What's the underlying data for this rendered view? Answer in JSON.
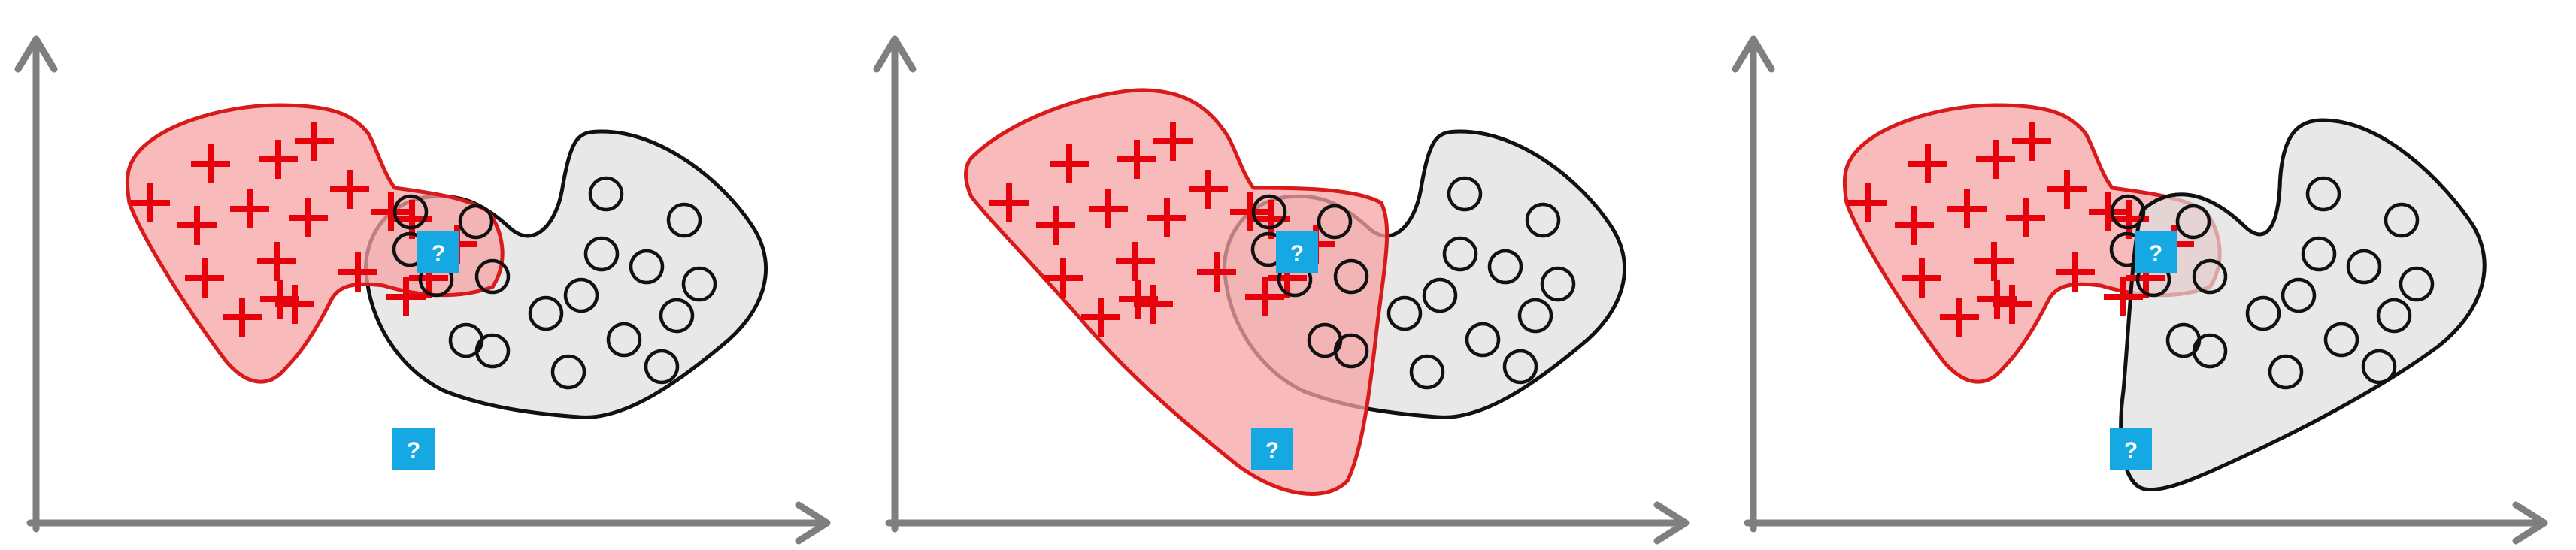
{
  "panels": [
    {
      "id": "panel-1",
      "region_variant": "base"
    },
    {
      "id": "panel-2",
      "region_variant": "expanded-plus"
    },
    {
      "id": "panel-3",
      "region_variant": "expanded-circle"
    }
  ],
  "query_markers": [
    {
      "label": "?"
    },
    {
      "label": "?"
    }
  ],
  "colors": {
    "axis": "#7f7f7f",
    "plus": "#e8000b",
    "plus_region_fill": "#f6a3a3",
    "plus_region_stroke": "#d81a1a",
    "circle_region_fill": "#dedede",
    "circle_region_stroke": "#111111",
    "circle_marker": "#111111",
    "query_box": "#16a8e3",
    "query_text": "#ffffff"
  },
  "icons": {
    "plus_marker": "plus-icon",
    "circle_marker": "circle-icon",
    "query_marker": "question-mark-icon",
    "axis": "arrow-axis-icon"
  }
}
